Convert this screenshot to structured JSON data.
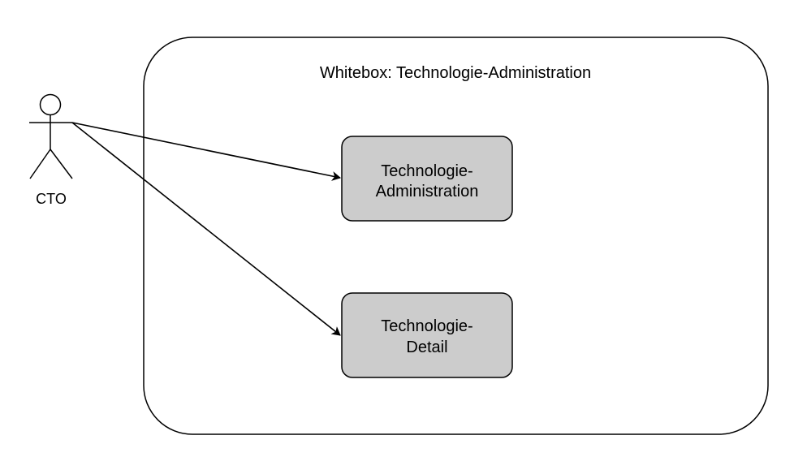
{
  "diagram": {
    "boundary": {
      "title": "Whitebox: Technologie-Administration"
    },
    "actor": {
      "label": "CTO"
    },
    "components": [
      {
        "line1": "Technologie-",
        "line2": "Administration"
      },
      {
        "line1": "Technologie-",
        "line2": "Detail"
      }
    ]
  },
  "colors": {
    "component_fill": "#cccccc",
    "stroke": "#000000",
    "background": "#ffffff"
  }
}
